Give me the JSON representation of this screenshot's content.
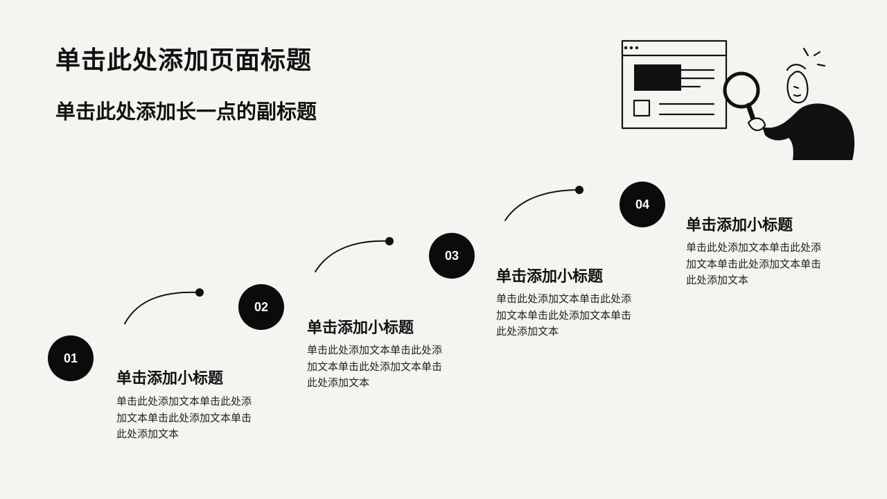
{
  "page": {
    "title": "单击此处添加页面标题",
    "subtitle": "单击此处添加长一点的副标题"
  },
  "colors": {
    "background": "#f5f4f0",
    "ink": "#0b0b0b",
    "circle_text": "#ffffff"
  },
  "illustration": {
    "icon": "person-with-magnifier-browser-window-icon"
  },
  "steps": [
    {
      "number": "01",
      "heading": "单击添加小标题",
      "body": "单击此处添加文本单击此处添加文本单击此处添加文本单击此处添加文本"
    },
    {
      "number": "02",
      "heading": "单击添加小标题",
      "body": "单击此处添加文本单击此处添加文本单击此处添加文本单击此处添加文本"
    },
    {
      "number": "03",
      "heading": "单击添加小标题",
      "body": "单击此处添加文本单击此处添加文本单击此处添加文本单击此处添加文本"
    },
    {
      "number": "04",
      "heading": "单击添加小标题",
      "body": "单击此处添加文本单击此处添加文本单击此处添加文本单击此处添加文本"
    }
  ]
}
